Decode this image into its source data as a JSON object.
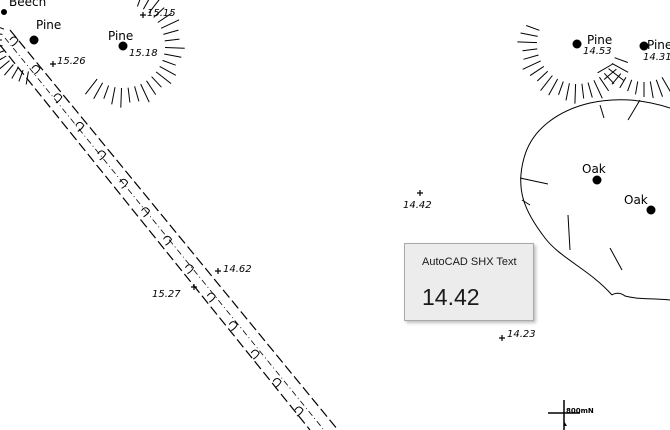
{
  "drawing": {
    "trees": [
      {
        "species": "Beech"
      },
      {
        "species": "Pine"
      },
      {
        "species": "Pine"
      },
      {
        "species": "Pine"
      },
      {
        "species": "Pine"
      },
      {
        "species": "Oak"
      },
      {
        "species": "Oak"
      }
    ],
    "spot_levels": [
      "15.15",
      "15.18",
      "15.26",
      "14.53",
      "14.31",
      "14.42",
      "14.62",
      "15.27",
      "14.23"
    ]
  },
  "cursor": {
    "label": "800mN"
  },
  "tooltip": {
    "title": "AutoCAD SHX Text",
    "value": "14.42"
  },
  "colors": {
    "background": "#ffffff",
    "linework": "#000000",
    "tooltip_bg": "#ececec"
  }
}
